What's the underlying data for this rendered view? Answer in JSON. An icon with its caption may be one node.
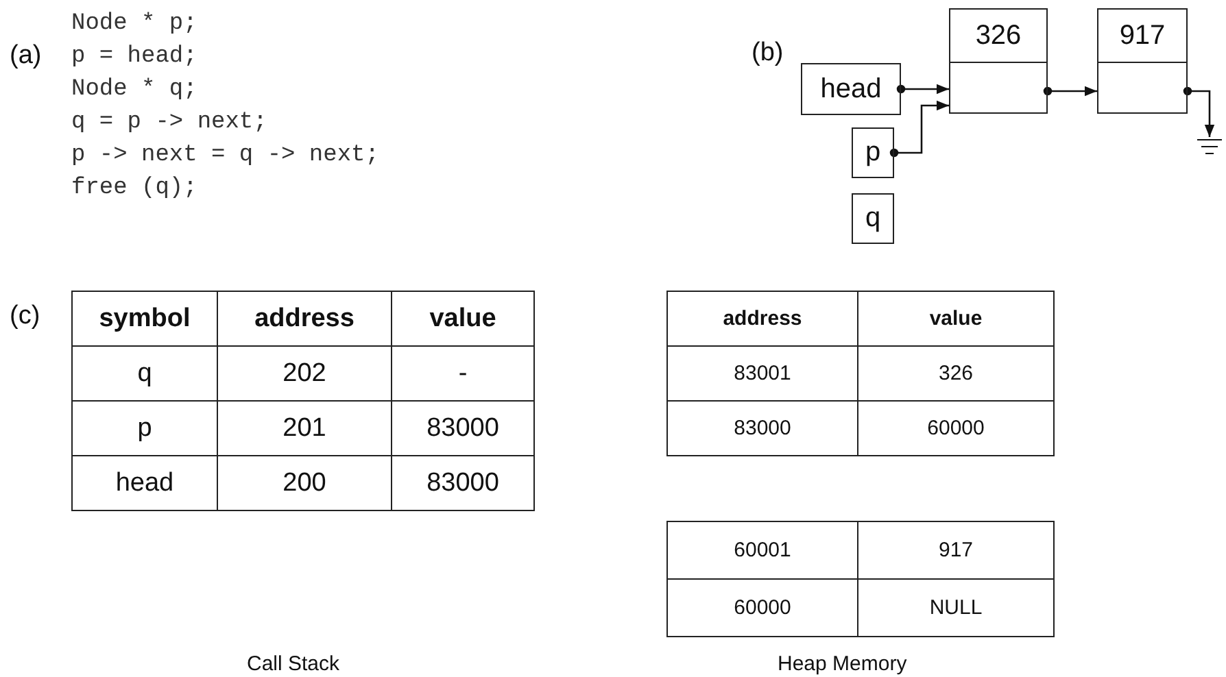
{
  "diagram": {
    "nodes": [
      {
        "text": [
          "head"
        ]
      },
      {
        "text": [
          "p"
        ]
      },
      {
        "text": [
          "q"
        ]
      },
      {
        "text": [
          "326"
        ]
      },
      {
        "text": [
          "917"
        ]
      },
      {
        "text": [],
        "shape": "ground"
      }
    ],
    "edges": [
      {
        "from": 0,
        "to": 3,
        "arrow": "to"
      },
      {
        "from": 1,
        "to": 3,
        "arrow": "to"
      },
      {
        "from": 3,
        "to": 4,
        "arrow": "to"
      },
      {
        "from": 4,
        "to": 5,
        "arrow": "to"
      }
    ],
    "labels": [
      "(a)",
      "Node * p;",
      "p = head;",
      "Node * q;",
      "q = p -> next;",
      "p -> next = q -> next;",
      "free (q);",
      "(b)",
      "(c)",
      "symbol",
      "address",
      "value",
      "q",
      "202",
      "-",
      "p",
      "201",
      "83000",
      "head",
      "200",
      "83000",
      "address",
      "value",
      "83001",
      "326",
      "83000",
      "60000",
      "60001",
      "917",
      "60000",
      "NULL",
      "Call Stack",
      "Heap Memory"
    ]
  }
}
